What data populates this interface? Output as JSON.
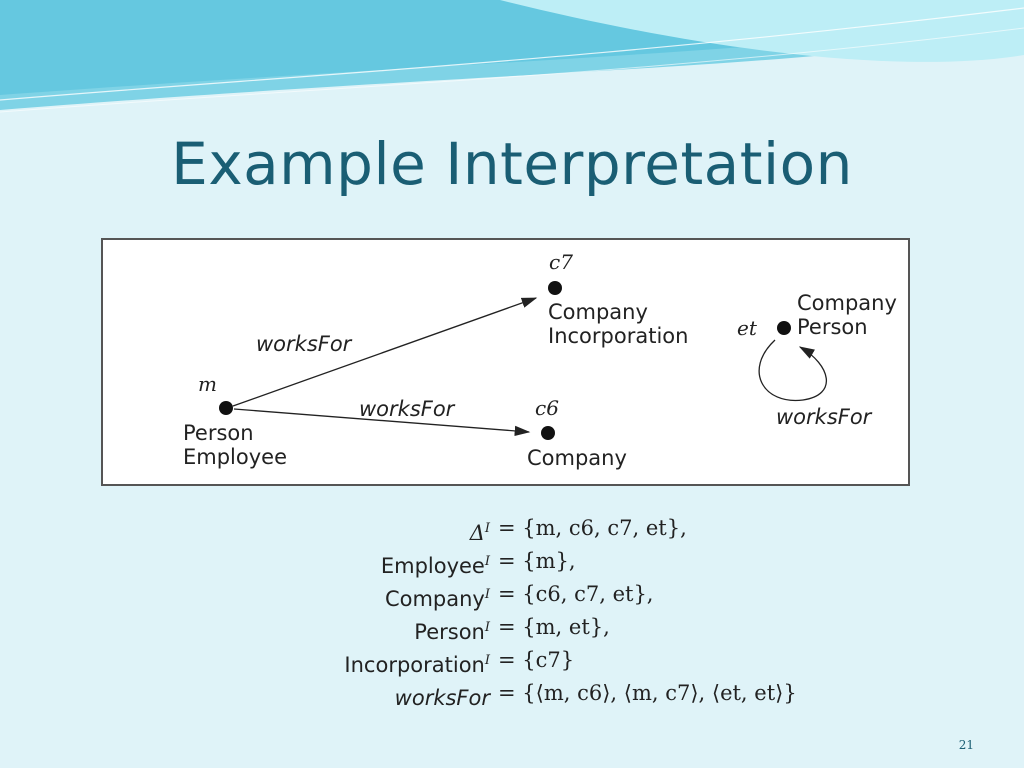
{
  "slide": {
    "title": "Example Interpretation",
    "page_number": "21"
  },
  "diagram": {
    "nodes": {
      "m": {
        "name": "m",
        "concepts": [
          "Person",
          "Employee"
        ]
      },
      "c6": {
        "name": "c6",
        "concepts": [
          "Company"
        ]
      },
      "c7": {
        "name": "c7",
        "concepts": [
          "Company",
          "Incorporation"
        ]
      },
      "et": {
        "name": "et",
        "concepts": [
          "Company",
          "Person"
        ]
      }
    },
    "edges": {
      "m_c7": "worksFor",
      "m_c6": "worksFor",
      "et_et": "worksFor"
    }
  },
  "formulas": [
    {
      "lhs": "Δ",
      "sup": "I",
      "rhs": "= {m, c6, c7, et},"
    },
    {
      "lhs": "Employee",
      "sup": "I",
      "rhs": "= {m},"
    },
    {
      "lhs": "Company",
      "sup": "I",
      "rhs": "= {c6, c7, et},"
    },
    {
      "lhs": "Person",
      "sup": "I",
      "rhs": "= {m, et},"
    },
    {
      "lhs": "Incorporation",
      "sup": "I",
      "rhs": "= {c7}"
    },
    {
      "lhs": "worksFor",
      "sup": "",
      "rhs": "= {⟨m, c6⟩, ⟨m, c7⟩, ⟨et, et⟩}"
    }
  ],
  "colors": {
    "background": "#dff3f8",
    "title": "#1a5e74",
    "wave_light": "#8fe0ee",
    "wave_dark": "#2bb7d6"
  }
}
